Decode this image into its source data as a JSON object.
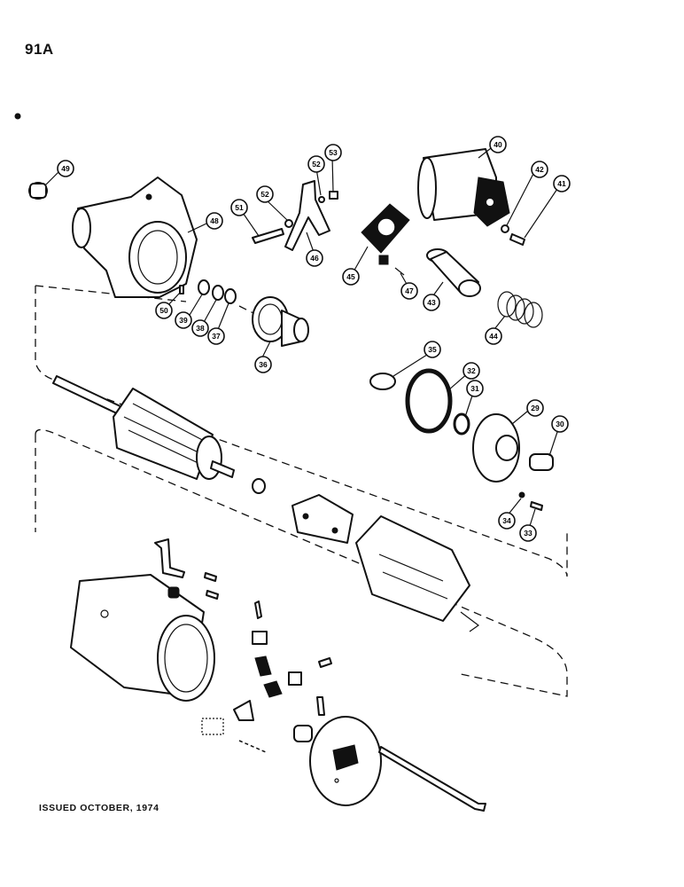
{
  "page": {
    "number": "91A"
  },
  "footer": {
    "issued": "ISSUED OCTOBER, 1974"
  },
  "callouts": [
    "49",
    "48",
    "50",
    "39",
    "38",
    "37",
    "51",
    "52",
    "36",
    "52",
    "53",
    "46",
    "45",
    "47",
    "40",
    "42",
    "41",
    "43",
    "44",
    "35",
    "32",
    "31",
    "29",
    "30",
    "34",
    "33"
  ]
}
